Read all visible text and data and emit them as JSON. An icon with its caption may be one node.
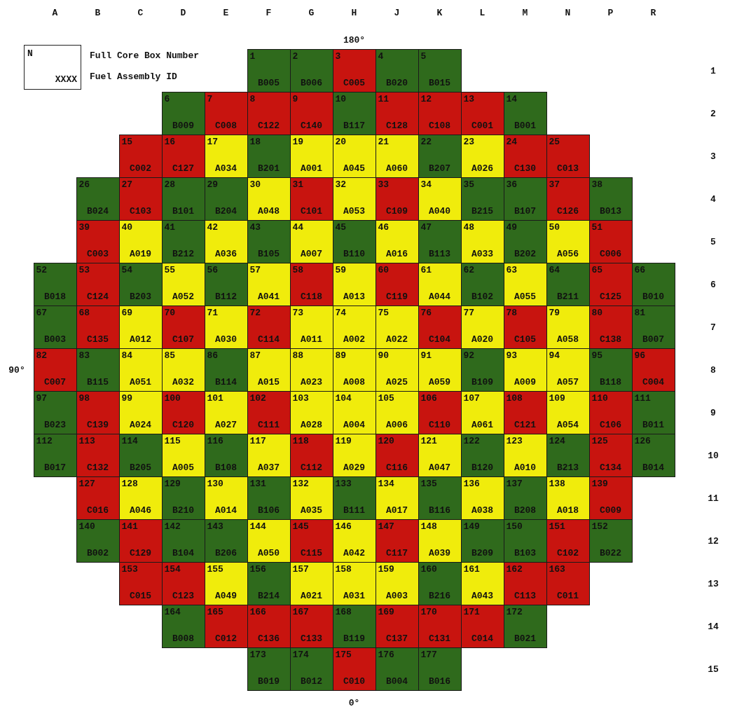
{
  "diagram": {
    "nodes": [
      {
        "text": [
          "N",
          "XXXX"
        ],
        "beside": [
          "Full Core Box Number",
          "Fuel Assembly ID"
        ]
      },
      {
        "text": [
          "1",
          "B005"
        ]
      },
      {
        "text": [
          "2",
          "B006"
        ]
      },
      {
        "text": [
          "3",
          "C005"
        ]
      },
      {
        "text": [
          "4",
          "B020"
        ]
      },
      {
        "text": [
          "5",
          "B015"
        ]
      },
      {
        "text": [
          "6",
          "B009"
        ]
      },
      {
        "text": [
          "7",
          "C008"
        ]
      },
      {
        "text": [
          "8",
          "C122"
        ]
      },
      {
        "text": [
          "9",
          "C140"
        ]
      },
      {
        "text": [
          "10",
          "B117"
        ]
      },
      {
        "text": [
          "11",
          "C128"
        ]
      },
      {
        "text": [
          "12",
          "C108"
        ]
      },
      {
        "text": [
          "13",
          "C001"
        ]
      },
      {
        "text": [
          "14",
          "B001"
        ]
      },
      {
        "text": [
          "15",
          "C002"
        ]
      },
      {
        "text": [
          "16",
          "C127"
        ]
      },
      {
        "text": [
          "17",
          "A034"
        ]
      },
      {
        "text": [
          "18",
          "B201"
        ]
      },
      {
        "text": [
          "19",
          "A001"
        ]
      },
      {
        "text": [
          "20",
          "A045"
        ]
      },
      {
        "text": [
          "21",
          "A060"
        ]
      },
      {
        "text": [
          "22",
          "B207"
        ]
      },
      {
        "text": [
          "23",
          "A026"
        ]
      },
      {
        "text": [
          "24",
          "C130"
        ]
      },
      {
        "text": [
          "25",
          "C013"
        ]
      },
      {
        "text": [
          "26",
          "B024"
        ]
      },
      {
        "text": [
          "27",
          "C103"
        ]
      },
      {
        "text": [
          "28",
          "B101"
        ]
      },
      {
        "text": [
          "29",
          "B204"
        ]
      },
      {
        "text": [
          "30",
          "A048"
        ]
      },
      {
        "text": [
          "31",
          "C101"
        ]
      },
      {
        "text": [
          "32",
          "A053"
        ]
      },
      {
        "text": [
          "33",
          "C109"
        ]
      },
      {
        "text": [
          "34",
          "A040"
        ]
      },
      {
        "text": [
          "35",
          "B215"
        ]
      },
      {
        "text": [
          "36",
          "B107"
        ]
      },
      {
        "text": [
          "37",
          "C126"
        ]
      },
      {
        "text": [
          "38",
          "B013"
        ]
      },
      {
        "text": [
          "39",
          "C003"
        ]
      },
      {
        "text": [
          "40",
          "A019"
        ]
      },
      {
        "text": [
          "41",
          "B212"
        ]
      },
      {
        "text": [
          "42",
          "A036"
        ]
      },
      {
        "text": [
          "43",
          "B105"
        ]
      },
      {
        "text": [
          "44",
          "A007"
        ]
      },
      {
        "text": [
          "45",
          "B110"
        ]
      },
      {
        "text": [
          "46",
          "A016"
        ]
      },
      {
        "text": [
          "47",
          "B113"
        ]
      },
      {
        "text": [
          "48",
          "A033"
        ]
      },
      {
        "text": [
          "49",
          "B202"
        ]
      },
      {
        "text": [
          "50",
          "A056"
        ]
      },
      {
        "text": [
          "51",
          "C006"
        ]
      },
      {
        "text": [
          "52",
          "B018"
        ]
      },
      {
        "text": [
          "53",
          "C124"
        ]
      },
      {
        "text": [
          "54",
          "B203"
        ]
      },
      {
        "text": [
          "55",
          "A052"
        ]
      },
      {
        "text": [
          "56",
          "B112"
        ]
      },
      {
        "text": [
          "57",
          "A041"
        ]
      },
      {
        "text": [
          "58",
          "C118"
        ]
      },
      {
        "text": [
          "59",
          "A013"
        ]
      },
      {
        "text": [
          "60",
          "C119"
        ]
      },
      {
        "text": [
          "61",
          "A044"
        ]
      },
      {
        "text": [
          "62",
          "B102"
        ]
      },
      {
        "text": [
          "63",
          "A055"
        ]
      },
      {
        "text": [
          "64",
          "B211"
        ]
      },
      {
        "text": [
          "65",
          "C125"
        ]
      },
      {
        "text": [
          "66",
          "B010"
        ]
      },
      {
        "text": [
          "67",
          "B003"
        ]
      },
      {
        "text": [
          "68",
          "C135"
        ]
      },
      {
        "text": [
          "69",
          "A012"
        ]
      },
      {
        "text": [
          "70",
          "C107"
        ]
      },
      {
        "text": [
          "71",
          "A030"
        ]
      },
      {
        "text": [
          "72",
          "C114"
        ]
      },
      {
        "text": [
          "73",
          "A011"
        ]
      },
      {
        "text": [
          "74",
          "A002"
        ]
      },
      {
        "text": [
          "75",
          "A022"
        ]
      },
      {
        "text": [
          "76",
          "C104"
        ]
      },
      {
        "text": [
          "77",
          "A020"
        ]
      },
      {
        "text": [
          "78",
          "C105"
        ]
      },
      {
        "text": [
          "79",
          "A058"
        ]
      },
      {
        "text": [
          "80",
          "C138"
        ]
      },
      {
        "text": [
          "81",
          "B007"
        ]
      },
      {
        "text": [
          "82",
          "C007"
        ]
      },
      {
        "text": [
          "83",
          "B115"
        ]
      },
      {
        "text": [
          "84",
          "A051"
        ]
      },
      {
        "text": [
          "85",
          "A032"
        ]
      },
      {
        "text": [
          "86",
          "B114"
        ]
      },
      {
        "text": [
          "87",
          "A015"
        ]
      },
      {
        "text": [
          "88",
          "A023"
        ]
      },
      {
        "text": [
          "89",
          "A008"
        ]
      },
      {
        "text": [
          "90",
          "A025"
        ]
      },
      {
        "text": [
          "91",
          "A059"
        ]
      },
      {
        "text": [
          "92",
          "B109"
        ]
      },
      {
        "text": [
          "93",
          "A009"
        ]
      },
      {
        "text": [
          "94",
          "A057"
        ]
      },
      {
        "text": [
          "95",
          "B118"
        ]
      },
      {
        "text": [
          "96",
          "C004"
        ]
      },
      {
        "text": [
          "97",
          "B023"
        ]
      },
      {
        "text": [
          "98",
          "C139"
        ]
      },
      {
        "text": [
          "99",
          "A024"
        ]
      },
      {
        "text": [
          "100",
          "C120"
        ]
      },
      {
        "text": [
          "101",
          "A027"
        ]
      },
      {
        "text": [
          "102",
          "C111"
        ]
      },
      {
        "text": [
          "103",
          "A028"
        ]
      },
      {
        "text": [
          "104",
          "A004"
        ]
      },
      {
        "text": [
          "105",
          "A006"
        ]
      },
      {
        "text": [
          "106",
          "C110"
        ]
      },
      {
        "text": [
          "107",
          "A061"
        ]
      },
      {
        "text": [
          "108",
          "C121"
        ]
      },
      {
        "text": [
          "109",
          "A054"
        ]
      },
      {
        "text": [
          "110",
          "C106"
        ]
      },
      {
        "text": [
          "111",
          "B011"
        ]
      },
      {
        "text": [
          "112",
          "B017"
        ]
      },
      {
        "text": [
          "113",
          "C132"
        ]
      },
      {
        "text": [
          "114",
          "B205"
        ]
      },
      {
        "text": [
          "115",
          "A005"
        ]
      },
      {
        "text": [
          "116",
          "B108"
        ]
      },
      {
        "text": [
          "117",
          "A037"
        ]
      },
      {
        "text": [
          "118",
          "C112"
        ]
      },
      {
        "text": [
          "119",
          "A029"
        ]
      },
      {
        "text": [
          "120",
          "C116"
        ]
      },
      {
        "text": [
          "121",
          "A047"
        ]
      },
      {
        "text": [
          "122",
          "B120"
        ]
      },
      {
        "text": [
          "123",
          "A010"
        ]
      },
      {
        "text": [
          "124",
          "B213"
        ]
      },
      {
        "text": [
          "125",
          "C134"
        ]
      },
      {
        "text": [
          "126",
          "B014"
        ]
      },
      {
        "text": [
          "127",
          "C016"
        ]
      },
      {
        "text": [
          "128",
          "A046"
        ]
      },
      {
        "text": [
          "129",
          "B210"
        ]
      },
      {
        "text": [
          "130",
          "A014"
        ]
      },
      {
        "text": [
          "131",
          "B106"
        ]
      },
      {
        "text": [
          "132",
          "A035"
        ]
      },
      {
        "text": [
          "133",
          "B111"
        ]
      },
      {
        "text": [
          "134",
          "A017"
        ]
      },
      {
        "text": [
          "135",
          "B116"
        ]
      },
      {
        "text": [
          "136",
          "A038"
        ]
      },
      {
        "text": [
          "137",
          "B208"
        ]
      },
      {
        "text": [
          "138",
          "A018"
        ]
      },
      {
        "text": [
          "139",
          "C009"
        ]
      },
      {
        "text": [
          "140",
          "B002"
        ]
      },
      {
        "text": [
          "141",
          "C129"
        ]
      },
      {
        "text": [
          "142",
          "B104"
        ]
      },
      {
        "text": [
          "143",
          "B206"
        ]
      },
      {
        "text": [
          "144",
          "A050"
        ]
      },
      {
        "text": [
          "145",
          "C115"
        ]
      },
      {
        "text": [
          "146",
          "A042"
        ]
      },
      {
        "text": [
          "147",
          "C117"
        ]
      },
      {
        "text": [
          "148",
          "A039"
        ]
      },
      {
        "text": [
          "149",
          "B209"
        ]
      },
      {
        "text": [
          "150",
          "B103"
        ]
      },
      {
        "text": [
          "151",
          "C102"
        ]
      },
      {
        "text": [
          "152",
          "B022"
        ]
      },
      {
        "text": [
          "153",
          "C015"
        ]
      },
      {
        "text": [
          "154",
          "C123"
        ]
      },
      {
        "text": [
          "155",
          "A049"
        ]
      },
      {
        "text": [
          "156",
          "B214"
        ]
      },
      {
        "text": [
          "157",
          "A021"
        ]
      },
      {
        "text": [
          "158",
          "A031"
        ]
      },
      {
        "text": [
          "159",
          "A003"
        ]
      },
      {
        "text": [
          "160",
          "B216"
        ]
      },
      {
        "text": [
          "161",
          "A043"
        ]
      },
      {
        "text": [
          "162",
          "C113"
        ]
      },
      {
        "text": [
          "163",
          "C011"
        ]
      },
      {
        "text": [
          "164",
          "B008"
        ]
      },
      {
        "text": [
          "165",
          "C012"
        ]
      },
      {
        "text": [
          "166",
          "C136"
        ]
      },
      {
        "text": [
          "167",
          "C133"
        ]
      },
      {
        "text": [
          "168",
          "B119"
        ]
      },
      {
        "text": [
          "169",
          "C137"
        ]
      },
      {
        "text": [
          "170",
          "C131"
        ]
      },
      {
        "text": [
          "171",
          "C014"
        ]
      },
      {
        "text": [
          "172",
          "B021"
        ]
      },
      {
        "text": [
          "173",
          "B019"
        ]
      },
      {
        "text": [
          "174",
          "B012"
        ]
      },
      {
        "text": [
          "175",
          "C010"
        ]
      },
      {
        "text": [
          "176",
          "B004"
        ]
      },
      {
        "text": [
          "177",
          "B016"
        ]
      }
    ],
    "labels": [
      "A",
      "B",
      "C",
      "D",
      "E",
      "F",
      "G",
      "H",
      "J",
      "K",
      "L",
      "M",
      "N",
      "P",
      "R",
      "180°",
      "1",
      "2",
      "3",
      "4",
      "5",
      "6",
      "7",
      "90°",
      "8",
      "9",
      "10",
      "11",
      "12",
      "13",
      "14",
      "15",
      "0°"
    ]
  }
}
